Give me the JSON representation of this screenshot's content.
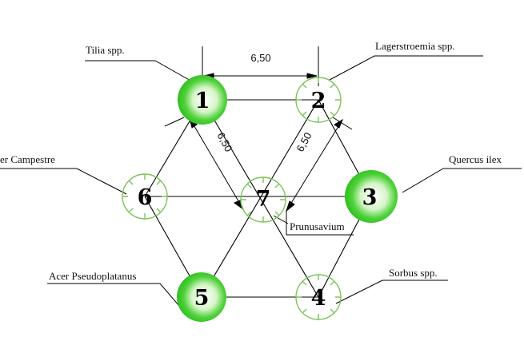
{
  "labels": {
    "tilia": "Tilia spp.",
    "lagerstroemia": "Lagerstroemia spp.",
    "acer_campestre": "er Campestre",
    "quercus": "Quercus ilex",
    "prunus": "Prunusavium",
    "acer_pseudoplatanus": "Acer Pseudoplatanus",
    "sorbus": "Sorbus spp."
  },
  "dimensions": {
    "top": "6,50",
    "diag_left": "6,50",
    "diag_right": "6,50"
  },
  "nodes": {
    "n1": "1",
    "n2": "2",
    "n3": "3",
    "n4": "4",
    "n5": "5",
    "n6": "6",
    "n7": "7"
  },
  "colors": {
    "circle_outline": "#7dc35a",
    "filled_crown": "#33cc22",
    "line": "#000000"
  }
}
